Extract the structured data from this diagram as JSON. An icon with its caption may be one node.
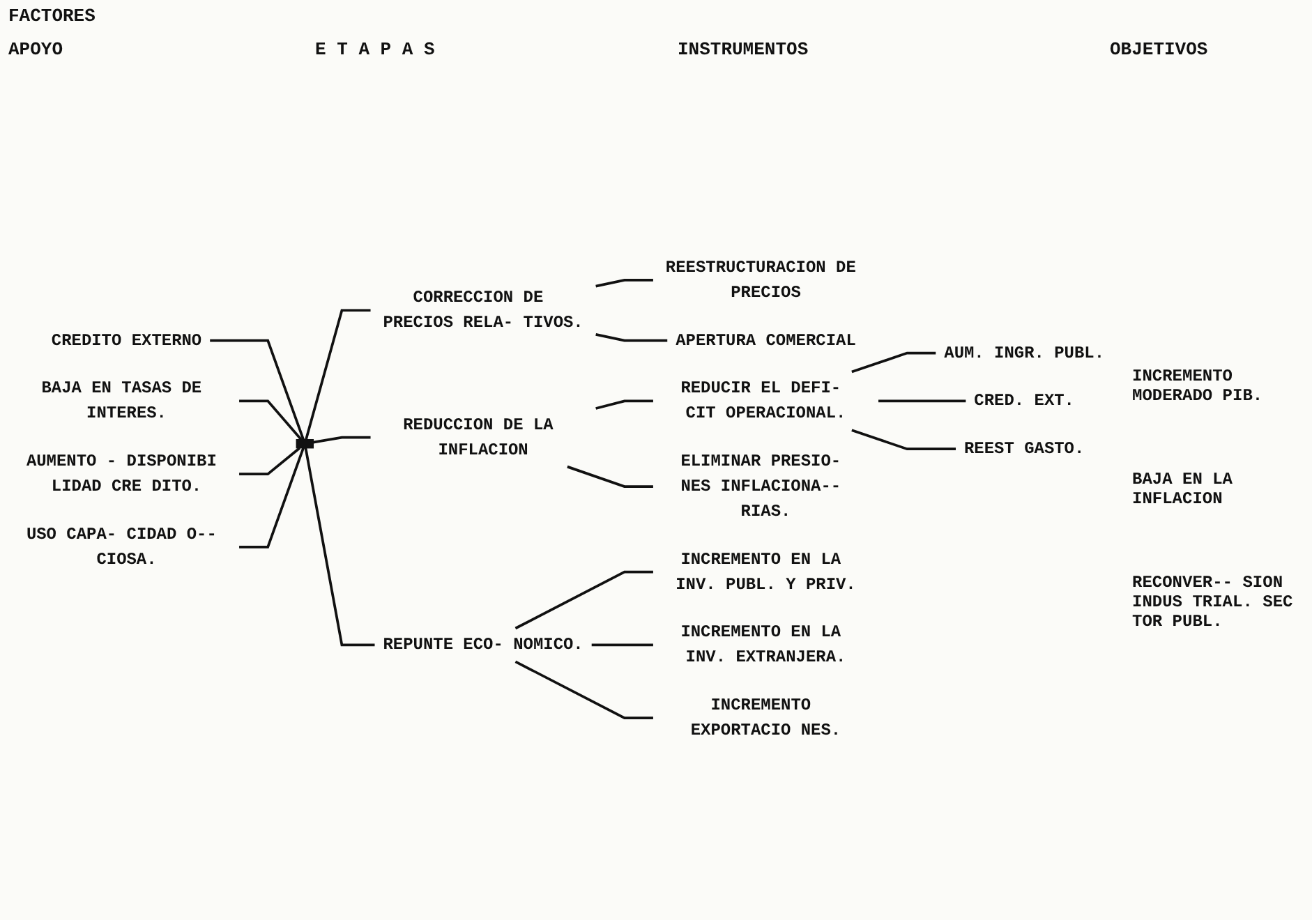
{
  "diagram": {
    "nodes": [
      {
        "text": [
          "CREDITO EXTERNO"
        ]
      },
      {
        "text": [
          "BAJA EN TASAS DE INTERES."
        ]
      },
      {
        "text": [
          "AUMENTO - DISPONIBI LIDAD CRE DITO."
        ]
      },
      {
        "text": [
          "USO CAPA- CIDAD O-- CIOSA."
        ]
      },
      {
        "text": [],
        "shape": "bar"
      },
      {
        "text": [
          "CORRECCION DE PRECIOS RELA- TIVOS."
        ]
      },
      {
        "text": [
          "REDUCCION DE LA INFLACION"
        ]
      },
      {
        "text": [
          "REPUNTE ECO- NOMICO."
        ]
      },
      {
        "text": [
          "REESTRUCTURACION DE PRECIOS"
        ]
      },
      {
        "text": [
          "APERTURA COMERCIAL"
        ]
      },
      {
        "text": [
          "REDUCIR EL DEFI- CIT OPERACIONAL."
        ]
      },
      {
        "text": [
          "ELIMINAR PRESIO- NES INFLACIONA-- RIAS."
        ]
      },
      {
        "text": [
          "AUM. INGR. PUBL."
        ]
      },
      {
        "text": [
          "CRED. EXT."
        ]
      },
      {
        "text": [
          "REEST GASTO."
        ]
      },
      {
        "text": [
          "INCREMENTO EN LA INV. PUBL. Y PRIV."
        ]
      },
      {
        "text": [
          "INCREMENTO EN LA INV. EXTRANJERA."
        ]
      },
      {
        "text": [
          "INCREMENTO EXPORTACIO NES."
        ]
      }
    ],
    "edges": [
      {
        "from": 0,
        "to": 4,
        "arrow": "none"
      },
      {
        "from": 1,
        "to": 4,
        "arrow": "none"
      },
      {
        "from": 2,
        "to": 4,
        "arrow": "none"
      },
      {
        "from": 3,
        "to": 4,
        "arrow": "none"
      },
      {
        "from": 4,
        "to": 5,
        "arrow": "none"
      },
      {
        "from": 4,
        "to": 6,
        "arrow": "none"
      },
      {
        "from": 4,
        "to": 7,
        "arrow": "none"
      },
      {
        "from": 5,
        "to": 8,
        "arrow": "none"
      },
      {
        "from": 5,
        "to": 9,
        "arrow": "none"
      },
      {
        "from": 6,
        "to": 10,
        "arrow": "none"
      },
      {
        "from": 6,
        "to": 11,
        "arrow": "none"
      },
      {
        "from": 10,
        "to": 12,
        "arrow": "none"
      },
      {
        "from": 10,
        "to": 13,
        "arrow": "none"
      },
      {
        "from": 10,
        "to": 14,
        "arrow": "none"
      },
      {
        "from": 7,
        "to": 15,
        "arrow": "none"
      },
      {
        "from": 7,
        "to": 16,
        "arrow": "none"
      },
      {
        "from": 7,
        "to": 17,
        "arrow": "none"
      }
    ],
    "labels": [
      "FACTORES",
      "APOYO",
      "E T A P A S",
      "INSTRUMENTOS",
      "OBJETIVOS",
      "INCREMENTO MODERADO PIB.",
      "BAJA EN LA INFLACION",
      "RECONVER-- SION INDUS TRIAL. SEC TOR PUBL."
    ]
  }
}
